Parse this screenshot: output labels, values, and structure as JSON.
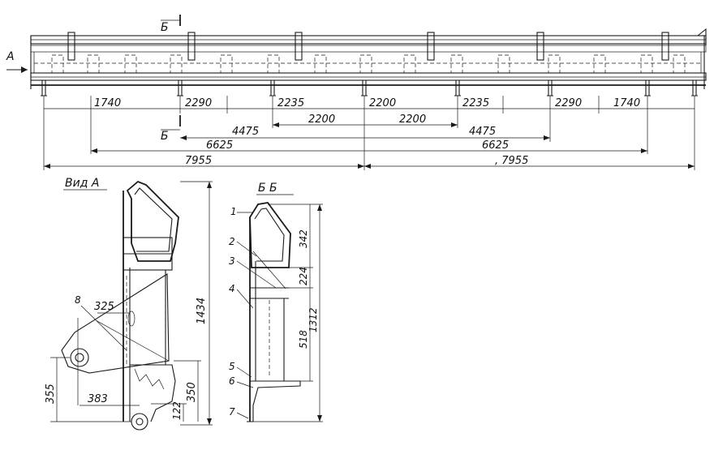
{
  "top_view": {
    "arrow_label": "А",
    "section_mark": "Б",
    "dims_row1": [
      "1740",
      "2290",
      "2235",
      "2200",
      "2235",
      "2290",
      "1740"
    ],
    "dims_row2": [
      "2200",
      "2200"
    ],
    "dims_row3": [
      "4475",
      "4475"
    ],
    "dims_row4": [
      "6625",
      "6625"
    ],
    "dims_row5": [
      "7955",
      ", 7955"
    ]
  },
  "view_a": {
    "title": "Вид А",
    "dims": {
      "height_total": "1434",
      "d325": "325",
      "d355": "355",
      "d383": "383",
      "d350": "350",
      "d122": "122"
    },
    "callout": "8"
  },
  "section_bb": {
    "title": "Б Б",
    "callouts": [
      "1",
      "2",
      "3",
      "4",
      "5",
      "6",
      "7"
    ],
    "dims": {
      "d342": "342",
      "d224": "224",
      "d518": "518",
      "d1312": "1312"
    }
  }
}
